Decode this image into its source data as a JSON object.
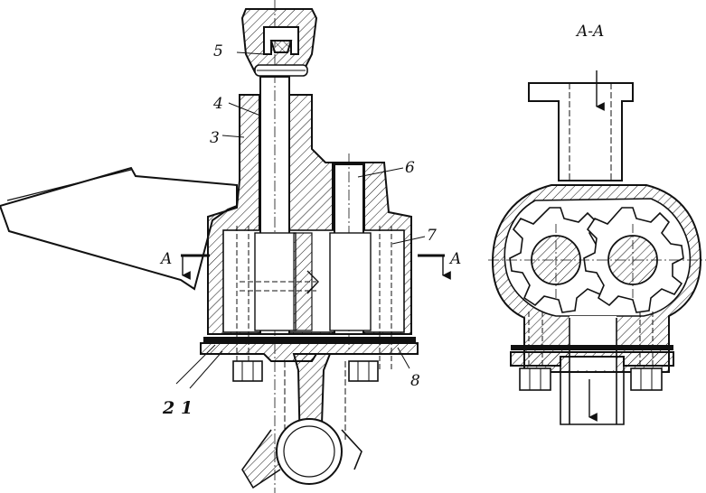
{
  "drawing": {
    "callouts": {
      "c1": "1",
      "c2": "2",
      "c3": "3",
      "c4": "4",
      "c5": "5",
      "c6": "6",
      "c7": "7",
      "c8": "8"
    },
    "section_marks": {
      "left": "A",
      "right": "A"
    },
    "section_title": "A-A"
  },
  "colors": {
    "ink": "#111111",
    "background": "#ffffff"
  }
}
